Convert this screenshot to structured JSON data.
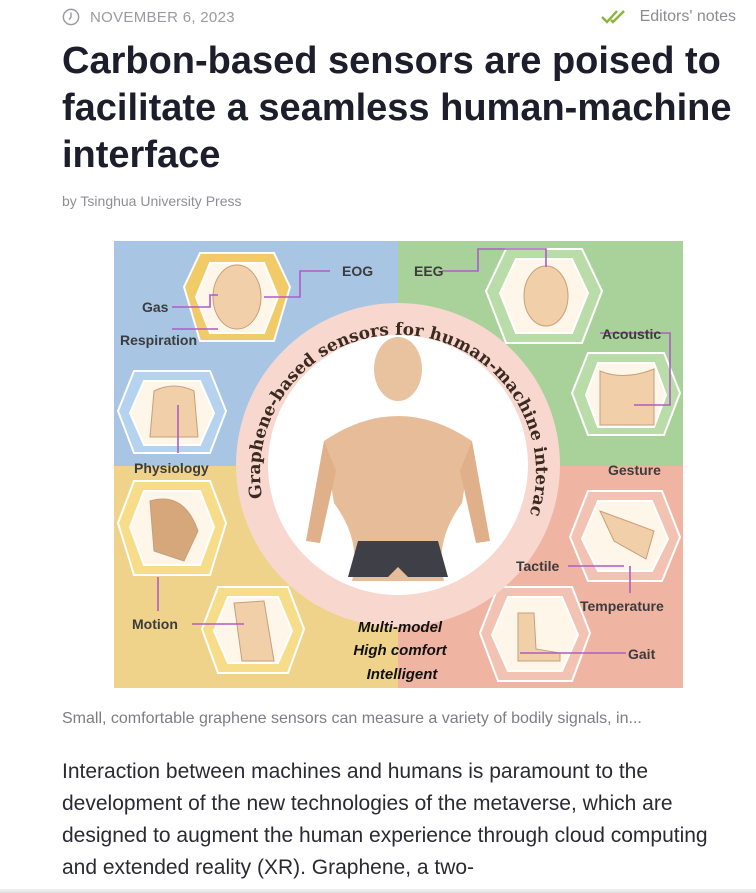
{
  "meta": {
    "date": "NOVEMBER 6, 2023",
    "editors_notes": "Editors' notes",
    "accent": "#8ab43a"
  },
  "article": {
    "title": "Carbon-based sensors are poised to facilitate a seamless human-machine interface",
    "byline": "by Tsinghua University Press",
    "caption": "Small, comfortable graphene sensors can measure a variety of bodily signals, in...",
    "body": "Interaction between machines and humans is paramount to the development of the new technologies of the metaverse, which are designed to augment the human experience through cloud computing and extended reality (XR). Graphene, a two-"
  },
  "figure": {
    "ring_text": "Graphene-based sensors for human-machine interaction",
    "labels": {
      "eog": "EOG",
      "eeg": "EEG",
      "gas": "Gas",
      "respiration": "Respiration",
      "acoustic": "Acoustic",
      "physiology": "Physiology",
      "gesture": "Gesture",
      "tactile": "Tactile",
      "temperature": "Temperature",
      "motion": "Motion",
      "gait": "Gait"
    },
    "features": [
      "Multi-model",
      "High comfort",
      "Intelligent"
    ],
    "colors": {
      "blue": "#a9c5e4",
      "green": "#a8d29a",
      "yellow": "#efd38a",
      "salmon": "#efb4a2",
      "connector": "#b05cc4"
    }
  }
}
